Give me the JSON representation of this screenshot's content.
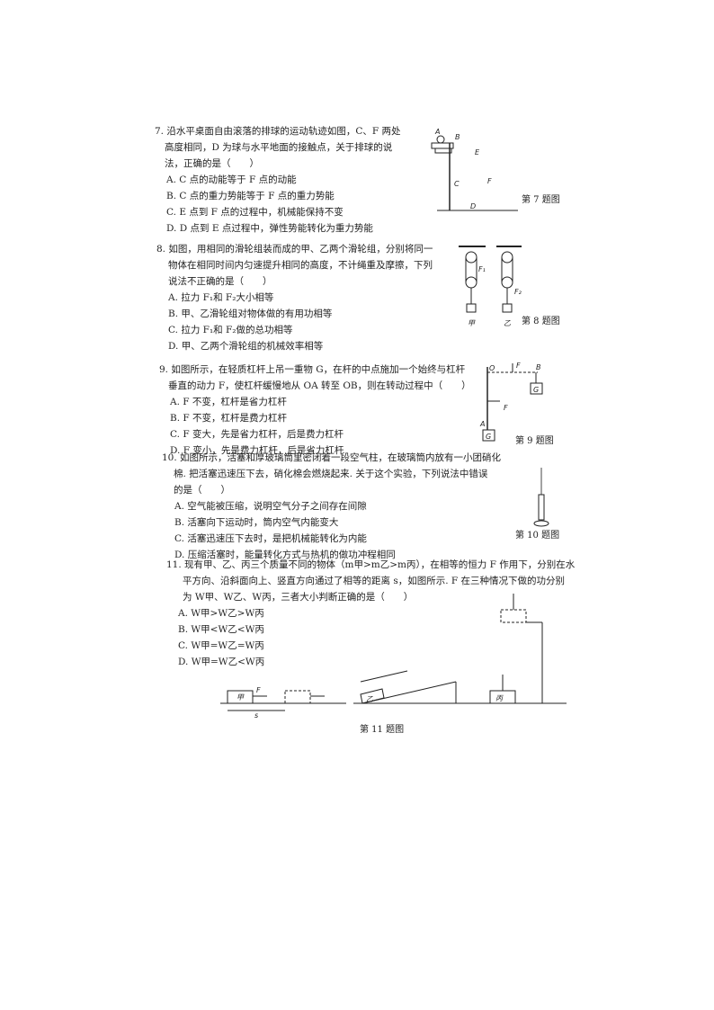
{
  "questions": [
    {
      "lines": [
        "7. 沿水平桌面自由滚落的排球的运动轨迹如图，C、F 两处",
        "高度相同，D 为球与水平地面的接触点，关于排球的说",
        "法，正确的是（　　）"
      ],
      "options": [
        "A. C 点的动能等于 F 点的动能",
        "B. C 点的重力势能等于 F 点的重力势能",
        "C. E 点到 F 点的过程中，机械能保持不变",
        "D. D 点到 E 点过程中，弹性势能转化为重力势能"
      ],
      "figure_caption": "第 7 题图"
    },
    {
      "lines": [
        "8. 如图，用相同的滑轮组装而成的甲、乙两个滑轮组，分别将同一",
        "物体在相同时间内匀速提升相同的高度，不计绳重及摩擦，下列",
        "说法不正确的是（　　）"
      ],
      "options": [
        "A. 拉力 F₁和 F₂大小相等",
        "B. 甲、乙滑轮组对物体做的有用功相等",
        "C. 拉力 F₁和 F₂做的总功相等",
        "D. 甲、乙两个滑轮组的机械效率相等"
      ],
      "figure_caption": "第 8 题图",
      "figure_labels": [
        "甲",
        "乙",
        "F₁",
        "F₂"
      ]
    },
    {
      "lines": [
        "9. 如图所示，在轻质杠杆上吊一重物 G，在杆的中点施加一个始终与杠杆",
        "垂直的动力 F，使杠杆缓慢地从 OA 转至 OB，则在转动过程中（　　）"
      ],
      "options": [
        "A. F 不变，杠杆是省力杠杆",
        "B. F 不变，杠杆是费力杠杆",
        "C. F 变大，先是省力杠杆，后是费力杠杆",
        "D. F 变小，先是费力杠杆，后是省力杠杆"
      ],
      "figure_caption": "第 9 题图",
      "figure_labels": [
        "O",
        "F",
        "B",
        "G",
        "F",
        "A",
        "G"
      ]
    },
    {
      "lines": [
        "10. 如图所示，活塞和厚玻璃筒里密闭着一段空气柱，在玻璃筒内放有一小团硝化",
        "棉. 把活塞迅速压下去，硝化棉会燃烧起来. 关于这个实验，下列说法中错误",
        "的是（　　）"
      ],
      "options": [
        "A. 空气能被压缩，说明空气分子之间存在间隙",
        "B. 活塞向下运动时，筒内空气内能变大",
        "C. 活塞迅速压下去时，是把机械能转化为内能",
        "D. 压缩活塞时，能量转化方式与热机的做功冲程相同"
      ],
      "figure_caption": "第 10 题图"
    },
    {
      "lines": [
        "11. 现有甲、乙、丙三个质量不同的物体（m甲>m乙>m丙），在相等的恒力 F 作用下，分别在水",
        "平方向、沿斜面向上、竖直方向通过了相等的距离 s，如图所示. F 在三种情况下做的功分别",
        "为 W甲、W乙、W丙，三者大小判断正确的是（　　）"
      ],
      "options": [
        "A. W甲>W乙>W丙",
        "B. W甲<W乙<W丙",
        "C. W甲=W乙=W丙",
        "D. W甲=W乙<W丙"
      ],
      "figure_caption": "第 11 题图",
      "figure_labels": [
        "甲",
        "乙",
        "丙",
        "F",
        "s"
      ]
    }
  ],
  "fig7_labels": [
    "A",
    "B",
    "C",
    "D",
    "E",
    "F"
  ]
}
